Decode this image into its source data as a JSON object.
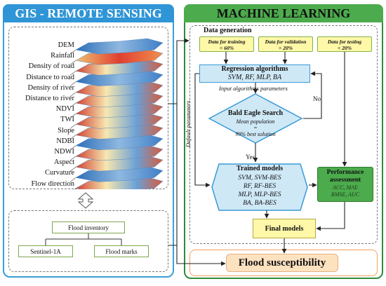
{
  "left_panel": {
    "title": "GIS - REMOTE SENSING",
    "layers": [
      "DEM",
      "Rainfall",
      "Density of road",
      "Distance to road",
      "Density of river",
      "Distance to river",
      "NDVI",
      "TWI",
      "Slope",
      "NDBI",
      "NDWI",
      "Aspect",
      "Curvature",
      "Flow direction"
    ],
    "flood_inventory": "Flood inventory",
    "sentinel": "Sentinel-1A",
    "flood_marks": "Flood marks"
  },
  "right_panel": {
    "title": "MACHINE LEARNING",
    "data_generation": "Data generation",
    "training": {
      "line1": "Data for training",
      "line2": "= 60%"
    },
    "validation": {
      "line1": "Data for validation",
      "line2": "= 20%"
    },
    "testing": {
      "line1": "Data for testing",
      "line2": "= 20%"
    },
    "regression": {
      "title": "Regression algorithms",
      "subtitle": "SVM, RF, MLP, BA"
    },
    "input_params": "Input algorithms parameters",
    "no": "No",
    "yes": "Yes",
    "default_params": "Default parameters",
    "bes": {
      "title": "Bald Eagle Search",
      "line1": "Mean population",
      "line2": "=",
      "line3": "99% best solution"
    },
    "trained": {
      "title": "Trained models",
      "lines": [
        "SVM, SVM-BES",
        "RF, RF-BES",
        "MLP, MLP-BES",
        "BA, BA-BES"
      ]
    },
    "performance": {
      "title1": "Performance",
      "title2": "assessment",
      "line1": "ACC, MAE",
      "line2": "RMSE, AUC"
    },
    "final": "Final models",
    "susceptibility": "Flood susceptibility"
  }
}
